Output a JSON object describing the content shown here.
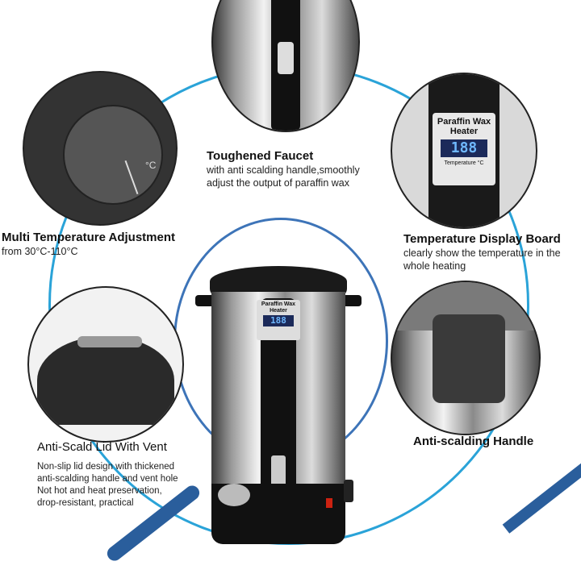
{
  "features": [
    {
      "title": "Toughened Faucet",
      "desc": [
        "with anti scalding handle,smoothly",
        "adjust the output of paraffin wax"
      ]
    },
    {
      "title": "Multi Temperature Adjustment",
      "desc": [
        "from 30°C-110°C"
      ]
    },
    {
      "title": "Temperature Display Board",
      "desc": [
        "clearly show the temperature in the",
        "whole heating"
      ]
    },
    {
      "title": "Anti-Scald Lid With Vent",
      "desc": [
        "Non-slip lid design with thickened",
        "anti-scalding handle and vent hole",
        "Not hot and heat preservation,",
        "drop-resistant, practical"
      ]
    },
    {
      "title": "Anti-scalding Handle",
      "desc": []
    }
  ],
  "display_panel": {
    "line1": "Paraffin Wax",
    "line2": "Heater",
    "readout": "188",
    "footer": "Temperature °C"
  },
  "dial": {
    "unit": "°C"
  },
  "colors": {
    "accent": "#2aa3d8",
    "dark_blue": "#2a5e9c"
  }
}
